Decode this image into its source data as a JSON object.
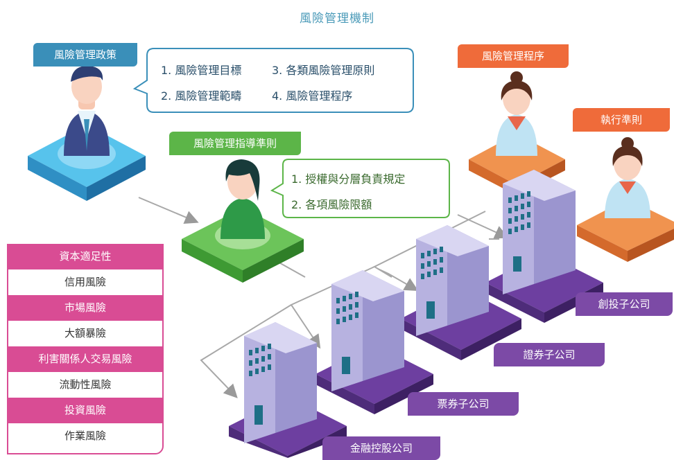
{
  "title": "風險管理機制",
  "policy": {
    "tag": "風險管理政策",
    "items": [
      "1. 風險管理目標",
      "3. 各類風險管理原則",
      "2. 風險管理範疇",
      "4. 風險管理程序"
    ]
  },
  "guidelines": {
    "tag": "風險管理指導準則",
    "items": [
      "1. 授權與分層負責規定",
      "2. 各項風險限額"
    ]
  },
  "procedures": {
    "tag": "風險管理程序"
  },
  "rules": {
    "tag": "執行準則"
  },
  "risks": [
    "資本適足性",
    "信用風險",
    "市場風險",
    "大額暴險",
    "利害關係人交易風險",
    "流動性風險",
    "投資風險",
    "作業風險"
  ],
  "companies": {
    "holding": "金融控股公司",
    "bills": "票券子公司",
    "securities": "證券子公司",
    "vc": "創投子公司"
  },
  "colors": {
    "blue": "#3a8fb9",
    "green": "#5cb548",
    "orange": "#ef6b3a",
    "pink": "#d94c94",
    "purple": "#7c4aa6"
  }
}
